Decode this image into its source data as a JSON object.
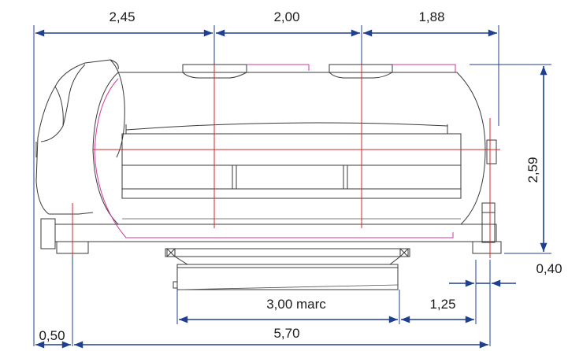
{
  "dimensions": {
    "top_1": "2,45",
    "top_2": "2,00",
    "top_3": "1,88",
    "height": "2,59",
    "right_offset": "0,40",
    "bottom_marc": "3,00 marc",
    "bottom_right": "1,25",
    "bottom_total": "5,70",
    "bottom_left": "0,50"
  },
  "colors": {
    "dimension_lines": "#1f3f8f",
    "axis_lines": "#d4242a",
    "contour_lines": "#d4379b",
    "drawing_lines": "#3a3a3a"
  }
}
